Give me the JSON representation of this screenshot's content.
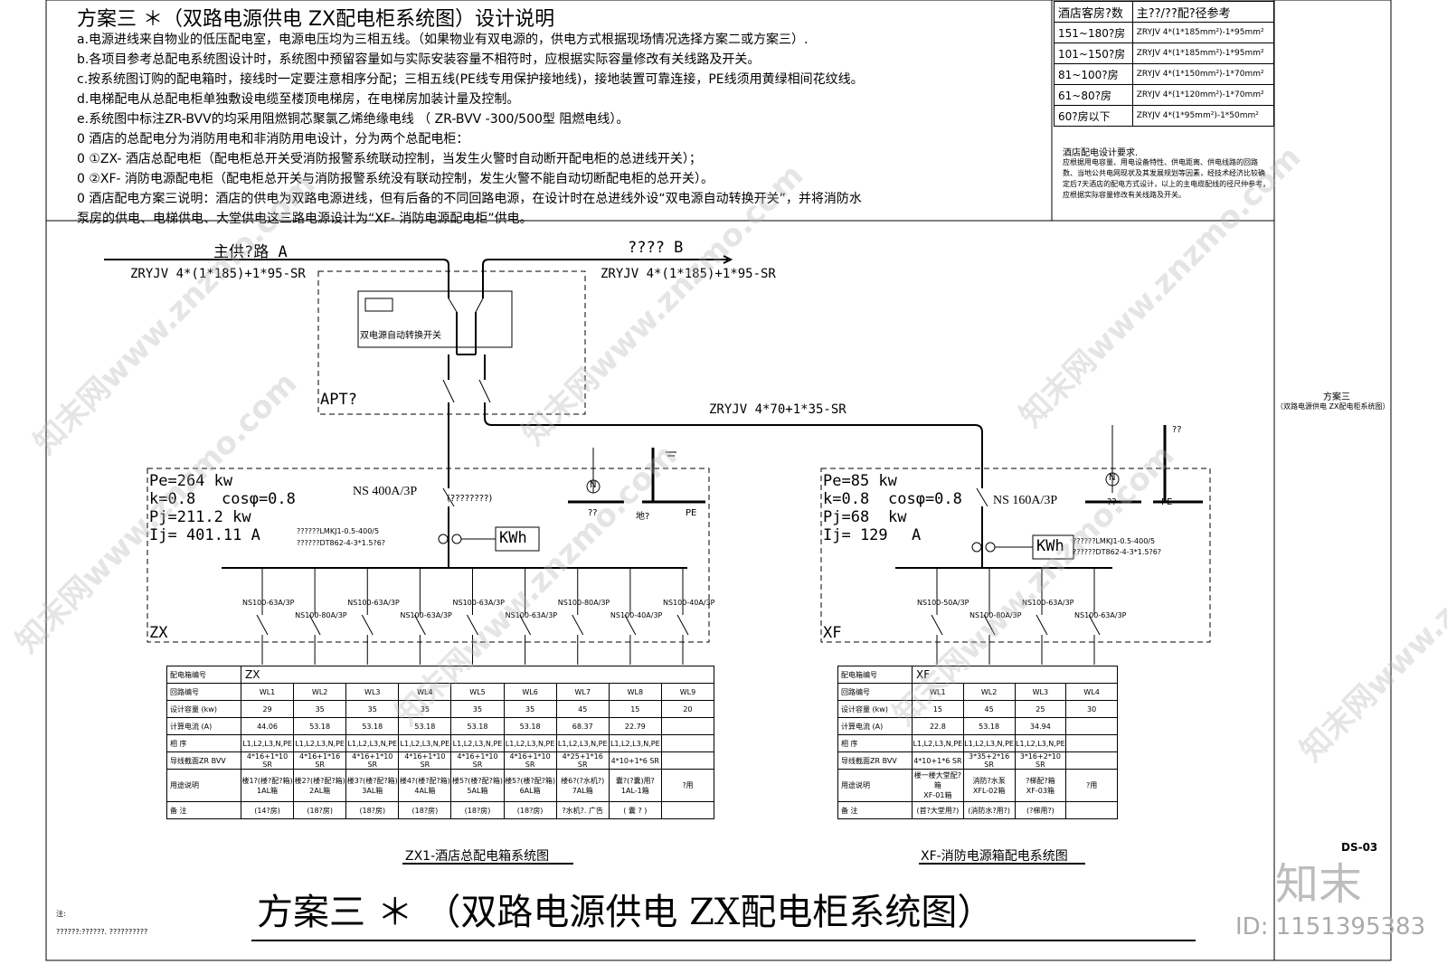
{
  "header": {
    "title": "方案三 ＊（双路电源供电 ZX配电柜系统图）设计说明",
    "notes": [
      "a.电源进线来自物业的低压配电室，电源电压均为三相五线。（如果物业有双电源的，供电方式根据现场情况选择方案二或方案三）.",
      "b.各项目参考总配电系统图设计时，系统图中预留容量如与实际安装容量不相符时，应根据实际容量修改有关线路及开关。",
      "c.按系统图订购的配电箱时，接线时一定要注意相序分配；三相五线(PE线专用保护接地线)，接地装置可靠连接，PE线须用黄绿相间花纹线。",
      "d.电梯配电从总配电柜单独敷设电缆至楼顶电梯房，在电梯房加装计量及控制。",
      "e.系统图中标注ZR-BVV的均采用阻燃铜芯聚氯乙烯绝缘电线 （ ZR-BVV -300/500型 阻燃电线）。",
      "0      酒店的总配电分为消防用电和非消防用电设计，分为两个总配电柜：",
      "0      ①ZX- 酒店总配电柜（配电柜总开关受消防报警系统联动控制，当发生火警时自动断开配电柜的总进线开关）；",
      "0      ②XF- 消防电源配电柜（配电柜总开关与消防报警系统没有联动控制，发生火警不能自动切断配电柜的总开关）。",
      "0      酒店配电方案三说明：酒店的供电为双路电源进线，但有后备的不同回路电源，在设计时在总进线外设“双电源自动转换开关”，并将消防水",
      "       泵房的供电、电梯供电、大堂供电这三路电源设计为“XF- 消防电源配电柜”供电。"
    ]
  },
  "selection_table": {
    "headers": [
      "酒店客房?数",
      "主??/??配?径参考"
    ],
    "rows": [
      [
        "151~180?房",
        "ZRYJV 4*(1*185mm²)-1*95mm²"
      ],
      [
        "101~150?房",
        "ZRYJV 4*(1*185mm²)-1*95mm²"
      ],
      [
        "81~100?房",
        "ZRYJV 4*(1*150mm²)-1*70mm²"
      ],
      [
        "61~80?房",
        "ZRYJV 4*(1*120mm²)-1*70mm²"
      ],
      [
        "60?房以下",
        "ZRYJV 4*(1*95mm²)-1*50mm²"
      ]
    ],
    "note_title": "酒店配电设计要求.",
    "note_body": "应根据用电容量、用电设备特性、供电距离、供电线路的回路数、当地公共电网现状及其发展规划等因素，经技术经济比较确定后7天酒店的配电方式设计，以上的主电缆配线的径尺仲参考，应根据实际容量修改有关线路及开关。"
  },
  "side_label": {
    "line1": "方案三",
    "line2": "（双路电源供电 ZX配电柜系统图）"
  },
  "diagram": {
    "source_a": "主供?路 A",
    "source_b": "???? B",
    "cable_a": "ZRYJV 4*(1*185)+1*95-SR",
    "cable_b": "ZRYJV 4*(1*185)+1*95-SR",
    "ats_label": "双电源自动转换开关",
    "apt_label": "APT?",
    "feeder_cable": "ZRYJV 4*70+1*35-SR",
    "zx": {
      "pe": "Pe=264  kw",
      "k": "k=0.8",
      "cos": "cosφ=0.8",
      "pj": "Pj=211.2  kw",
      "ij": "Ij= 401.11  A",
      "breaker": "NS 400A/3P",
      "breaker_note": "(????????)",
      "ct": "??????LMKJ1-0.5-400/5",
      "meter": "??????DT862-4-3*1.5?6?",
      "kwh": "KWh",
      "tag": "ZX",
      "n_label": "??",
      "pe_bar": "PE",
      "earth": "地?",
      "branches": [
        "NS100-63A/3P",
        "NS100-80A/3P",
        "NS100-63A/3P",
        "NS100-63A/3P",
        "NS100-63A/3P",
        "NS100-63A/3P",
        "NS100-80A/3P",
        "NS100-40A/3P",
        "NS100-40A/3P"
      ]
    },
    "xf": {
      "pe": "Pe=85   kw",
      "k": "k=0.8",
      "cos": "cosφ=0.8",
      "pj": "Pj=68",
      "pj_unit": "kw",
      "ij": "Ij= 129",
      "ij_unit": "A",
      "breaker": "NS 160A/3P",
      "ct": "??????LMKJ1-0.5-400/5",
      "meter": "??????DT862-4-3*1.5?6?",
      "kwh": "KWh",
      "tag": "XF",
      "n_label": "??",
      "pe_bar": "PE",
      "earth": "??",
      "branches": [
        "NS100-50A/3P",
        "NS100-80A/3P",
        "NS100-63A/3P",
        "NS100-63A/3P"
      ]
    }
  },
  "zx_table": {
    "rows": [
      {
        "label": "配电箱编号",
        "cells": [
          "ZX"
        ]
      },
      {
        "label": "回路编号",
        "cells": [
          "WL1",
          "WL2",
          "WL3",
          "WL4",
          "WL5",
          "WL6",
          "WL7",
          "WL8",
          "WL9"
        ]
      },
      {
        "label": "设计容量  (kw)",
        "cells": [
          "29",
          "35",
          "35",
          "35",
          "35",
          "35",
          "45",
          "15",
          "20"
        ]
      },
      {
        "label": "计算电流  (A)",
        "cells": [
          "44.06",
          "53.18",
          "53.18",
          "53.18",
          "53.18",
          "53.18",
          "68.37",
          "22.79",
          ""
        ]
      },
      {
        "label": "相 序",
        "cells": [
          "L1,L2,L3,N,PE",
          "L1,L2,L3,N,PE",
          "L1,L2,L3,N,PE",
          "L1,L2,L3,N,PE",
          "L1,L2,L3,N,PE",
          "L1,L2,L3,N,PE",
          "L1,L2,L3,N,PE",
          "L1,L2,L3,N,PE",
          ""
        ]
      },
      {
        "label": "导线截面ZR BVV",
        "cells": [
          "4*16+1*10 SR",
          "4*16+1*16 SR",
          "4*16+1*10 SR",
          "4*16+1*10 SR",
          "4*16+1*10 SR",
          "4*16+1*10 SR",
          "4*25+1*16 SR",
          "4*10+1*6  SR",
          ""
        ]
      },
      {
        "label": "用途说明",
        "cells": [
          "楼1?(楼?配?箱)\n1AL箱",
          "楼2?(楼?配?箱)\n2AL箱",
          "楼3?(楼?配?箱)\n3AL箱",
          "楼4?(楼?配?箱)\n4AL箱",
          "楼5?(楼?配?箱)\n5AL箱",
          "楼5?(楼?配?箱)\n6AL箱",
          "楼6?(?水机?)\n7AL箱",
          "囊?(?囊)用?\n1AL-1箱",
          "?用"
        ]
      },
      {
        "label": "备 注",
        "cells": [
          "(14?房)",
          "(18?房)",
          "(18?房)",
          "(18?房)",
          "(18?房)",
          "(18?房)",
          "?水机?. 广告",
          "( 囊 ? )",
          ""
        ]
      }
    ],
    "caption": "ZX1-酒店总配电箱系统图"
  },
  "xf_table": {
    "rows": [
      {
        "label": "配电箱编号",
        "cells": [
          "XF"
        ]
      },
      {
        "label": "回路编号",
        "cells": [
          "WL1",
          "WL2",
          "WL3",
          "WL4"
        ]
      },
      {
        "label": "设计容量  (kw)",
        "cells": [
          "15",
          "45",
          "25",
          "30"
        ]
      },
      {
        "label": "计算电流  (A)",
        "cells": [
          "22.8",
          "53.18",
          "34.94",
          ""
        ]
      },
      {
        "label": "相 序",
        "cells": [
          "L1,L2,L3,N,PE",
          "L1,L2,L3,N,PE",
          "L1,L2,L3,N,PE",
          ""
        ]
      },
      {
        "label": "导线截面ZR BVV",
        "cells": [
          "4*10+1*6  SR",
          "3*35+2*16  SR",
          "3*16+2*10  SR",
          ""
        ]
      },
      {
        "label": "用途说明",
        "cells": [
          "楼一楼大堂配?箱\nXF-01箱",
          "消防?水泵\nXFL-02箱",
          "?梯配?箱\nXF-03箱",
          "?用"
        ]
      },
      {
        "label": "备 注",
        "cells": [
          "(首?大堂用?)",
          "(消防水?用?)",
          "(?梯用?)",
          ""
        ]
      }
    ],
    "caption": "XF-消防电源箱配电系统图"
  },
  "footer": {
    "big_title": "方案三 ＊ （双路电源供电 ZX配电柜系统图）",
    "drawing_no": "DS-03",
    "brand": "知末",
    "id": "ID: 1151395383",
    "small_note_1": "注:",
    "small_note_2": "??????:??????. ??????????"
  },
  "watermark": "知末网www.znzmo.com"
}
